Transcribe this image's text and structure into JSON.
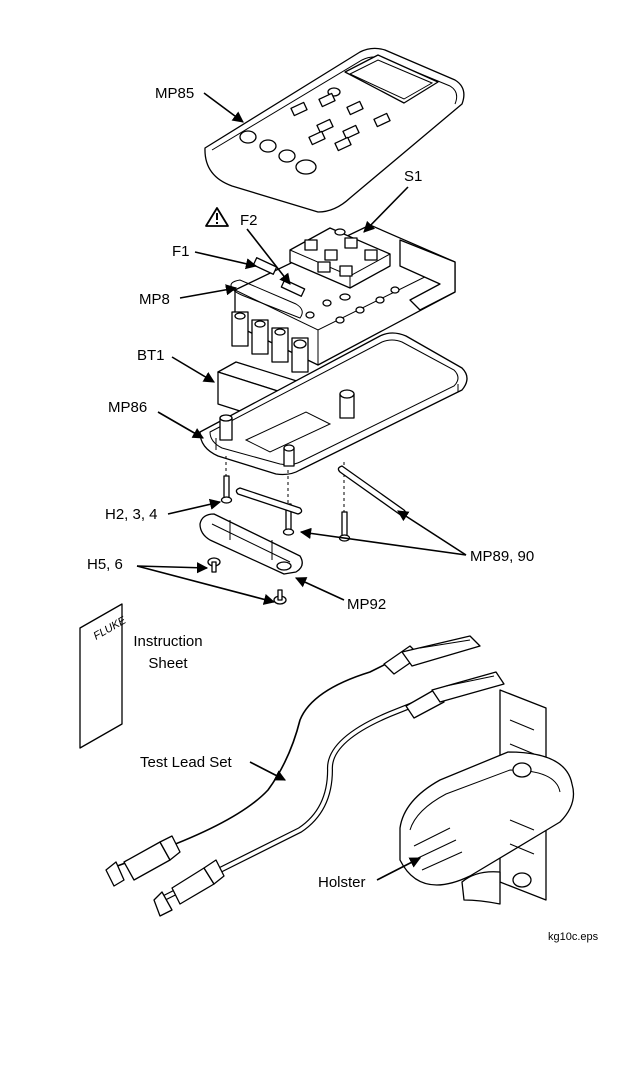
{
  "labels": {
    "mp85": "MP85",
    "s1": "S1",
    "f2": "F2",
    "f1": "F1",
    "mp8": "MP8",
    "bt1": "BT1",
    "mp86": "MP86",
    "h234": "H2, 3, 4",
    "h56": "H5, 6",
    "mp8990": "MP89, 90",
    "mp92": "MP92",
    "instruction_line1": "Instruction",
    "instruction_line2": "Sheet",
    "test_lead_set": "Test Lead Set",
    "holster": "Holster",
    "brand_mark": "FLUKE",
    "filename": "kg10c.eps"
  }
}
